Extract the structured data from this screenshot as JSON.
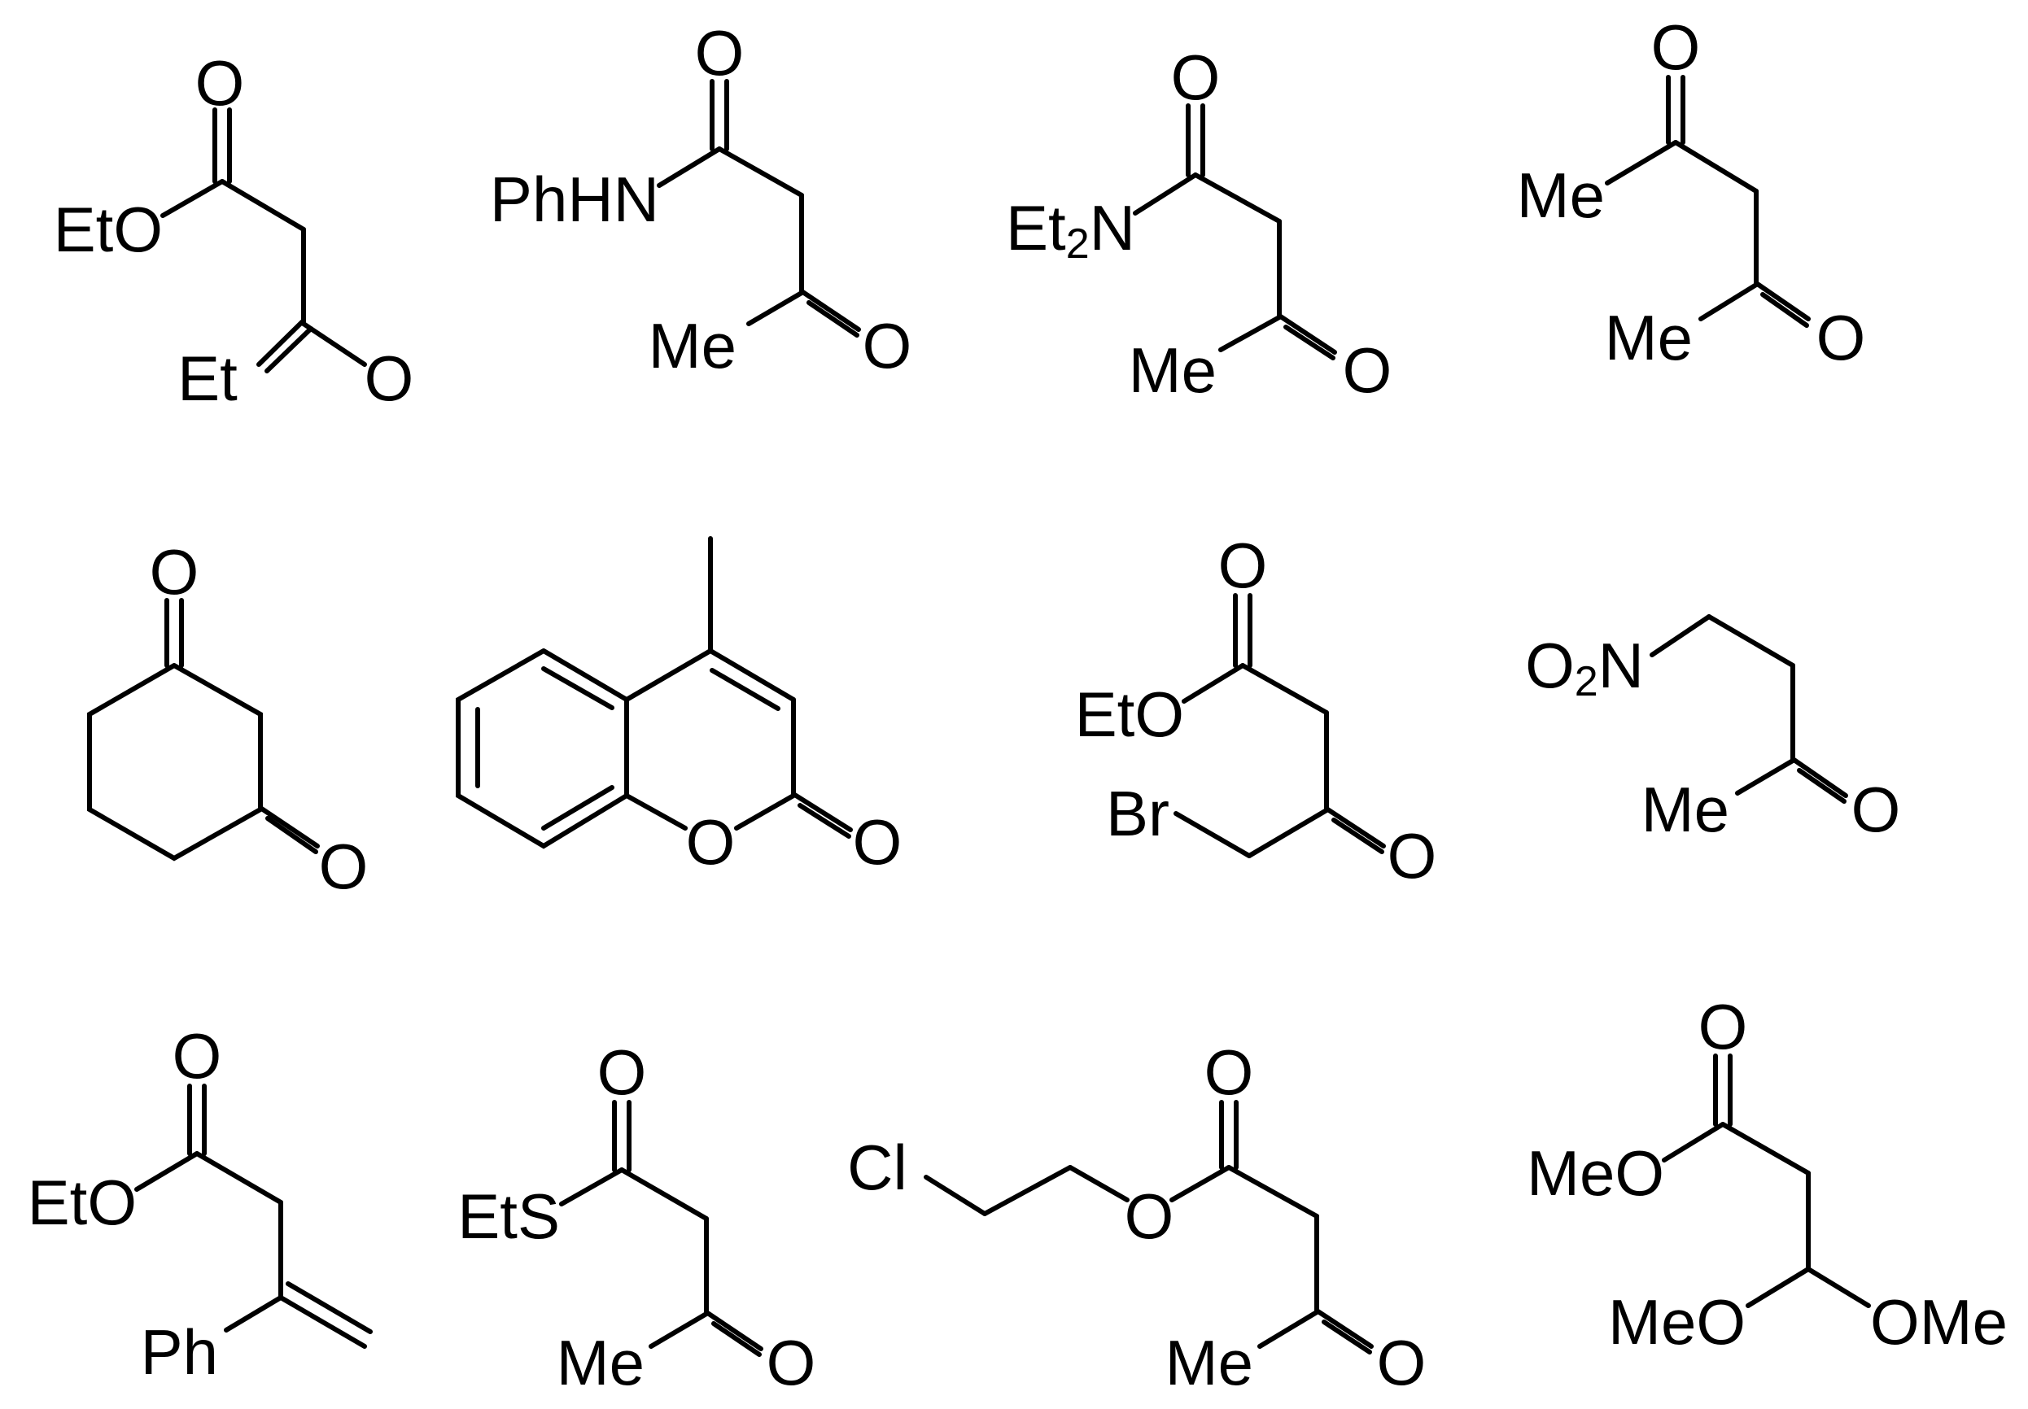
{
  "molecules": [
    {
      "id": "m1",
      "labels": {
        "o1": "O",
        "o2": "EtO",
        "et": "Et",
        "o3": "O"
      }
    },
    {
      "id": "m2",
      "labels": {
        "o1": "O",
        "nh": "PhHN",
        "me": "Me",
        "o2": "O"
      }
    },
    {
      "id": "m3",
      "labels": {
        "o1": "O",
        "n_main": "Et",
        "n_sub": "2",
        "n_tail": "N",
        "me": "Me",
        "o2": "O"
      }
    },
    {
      "id": "m4",
      "labels": {
        "o1": "O",
        "me1": "Me",
        "me2": "Me",
        "o2": "O"
      }
    },
    {
      "id": "m5",
      "labels": {
        "o1": "O",
        "o2": "O"
      }
    },
    {
      "id": "m6",
      "labels": {
        "o_ring": "O",
        "o_exo": "O"
      }
    },
    {
      "id": "m7",
      "labels": {
        "o1": "O",
        "eto": "EtO",
        "br": "Br",
        "o2": "O"
      }
    },
    {
      "id": "m8",
      "labels": {
        "no2_main": "O",
        "no2_sub": "2",
        "no2_tail": "N",
        "me": "Me",
        "o": "O"
      }
    },
    {
      "id": "m9",
      "labels": {
        "o1": "O",
        "eto": "EtO",
        "ph": "Ph"
      }
    },
    {
      "id": "m10",
      "labels": {
        "o1": "O",
        "ets": "EtS",
        "me": "Me",
        "o2": "O"
      }
    },
    {
      "id": "m11",
      "labels": {
        "cl": "Cl",
        "o_ester": "O",
        "o1": "O",
        "me": "Me",
        "o2": "O"
      }
    },
    {
      "id": "m12",
      "labels": {
        "o1": "O",
        "meo1": "MeO",
        "meo2": "MeO",
        "ome": "OMe"
      }
    }
  ]
}
